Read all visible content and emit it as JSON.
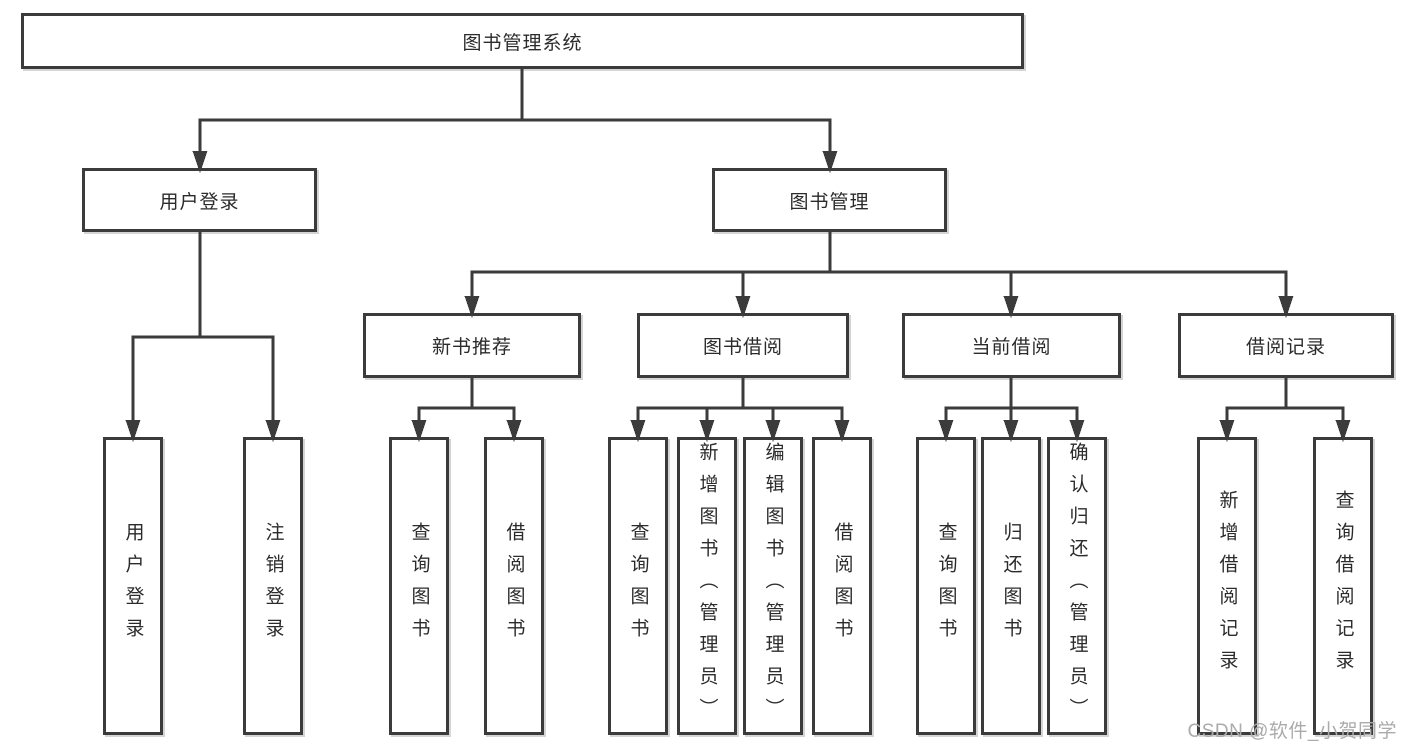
{
  "diagram": {
    "title": "图书管理系统",
    "root": {
      "label": "图书管理系统"
    },
    "level2": [
      {
        "label": "用户登录"
      },
      {
        "label": "图书管理"
      }
    ],
    "level3": [
      {
        "label": "新书推荐"
      },
      {
        "label": "图书借阅"
      },
      {
        "label": "当前借阅"
      },
      {
        "label": "借阅记录"
      }
    ],
    "leaves": {
      "user_login": [
        "用户登录",
        "注销登录"
      ],
      "new_book": [
        "查询图书",
        "借阅图书"
      ],
      "book_borrow": [
        "查询图书",
        "新增图书（管理员）",
        "编辑图书（管理员）",
        "借阅图书"
      ],
      "current_borrow": [
        "查询图书",
        "归还图书",
        "确认归还（管理员）"
      ],
      "borrow_record": [
        "新增借阅记录",
        "查询借阅记录"
      ]
    }
  },
  "colors": {
    "line": "#3b3b3b",
    "text": "#2b2b2b",
    "watermark": "#ababab",
    "background": "#ffffff"
  },
  "watermark": {
    "text": "CSDN @软件_小贺同学"
  }
}
